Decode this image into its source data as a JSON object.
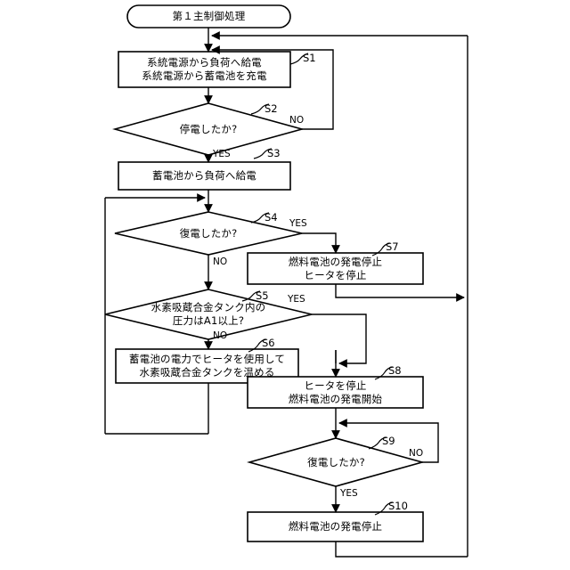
{
  "diagram": {
    "title": "第１主制御処理",
    "type": "flowchart",
    "nodes": [
      {
        "id": "start",
        "shape": "terminator",
        "label": "第１主制御処理",
        "step": ""
      },
      {
        "id": "s1",
        "shape": "process",
        "label": "系統電源から負荷へ給電\n系統電源から蓄電池を充電",
        "step": "S1"
      },
      {
        "id": "s2",
        "shape": "decision",
        "label": "停電したか?",
        "step": "S2"
      },
      {
        "id": "s3",
        "shape": "process",
        "label": "蓄電池から負荷へ給電",
        "step": "S3"
      },
      {
        "id": "s4",
        "shape": "decision",
        "label": "復電したか?",
        "step": "S4"
      },
      {
        "id": "s7",
        "shape": "process",
        "label": "燃料電池の発電停止\nヒータを停止",
        "step": "S7"
      },
      {
        "id": "s5",
        "shape": "decision",
        "label": "水素吸蔵合金タンク内の\n圧力はA1以上?",
        "step": "S5"
      },
      {
        "id": "s6",
        "shape": "process",
        "label": "蓄電池の電力でヒータを使用して\n水素吸蔵合金タンクを温める",
        "step": "S6"
      },
      {
        "id": "s8",
        "shape": "process",
        "label": "ヒータを停止\n燃料電池の発電開始",
        "step": "S8"
      },
      {
        "id": "s9",
        "shape": "decision",
        "label": "復電したか?",
        "step": "S9"
      },
      {
        "id": "s10",
        "shape": "process",
        "label": "燃料電池の発電停止",
        "step": "S10"
      }
    ],
    "edge_labels": {
      "s2_no": "NO",
      "s2_yes": "YES",
      "s4_yes": "YES",
      "s4_no": "NO",
      "s5_yes": "YES",
      "s5_no": "NO",
      "s9_no": "NO",
      "s9_yes": "YES"
    },
    "colors": {
      "line": "#000000",
      "fill": "#ffffff",
      "text": "#000000",
      "background": "#ffffff"
    }
  }
}
